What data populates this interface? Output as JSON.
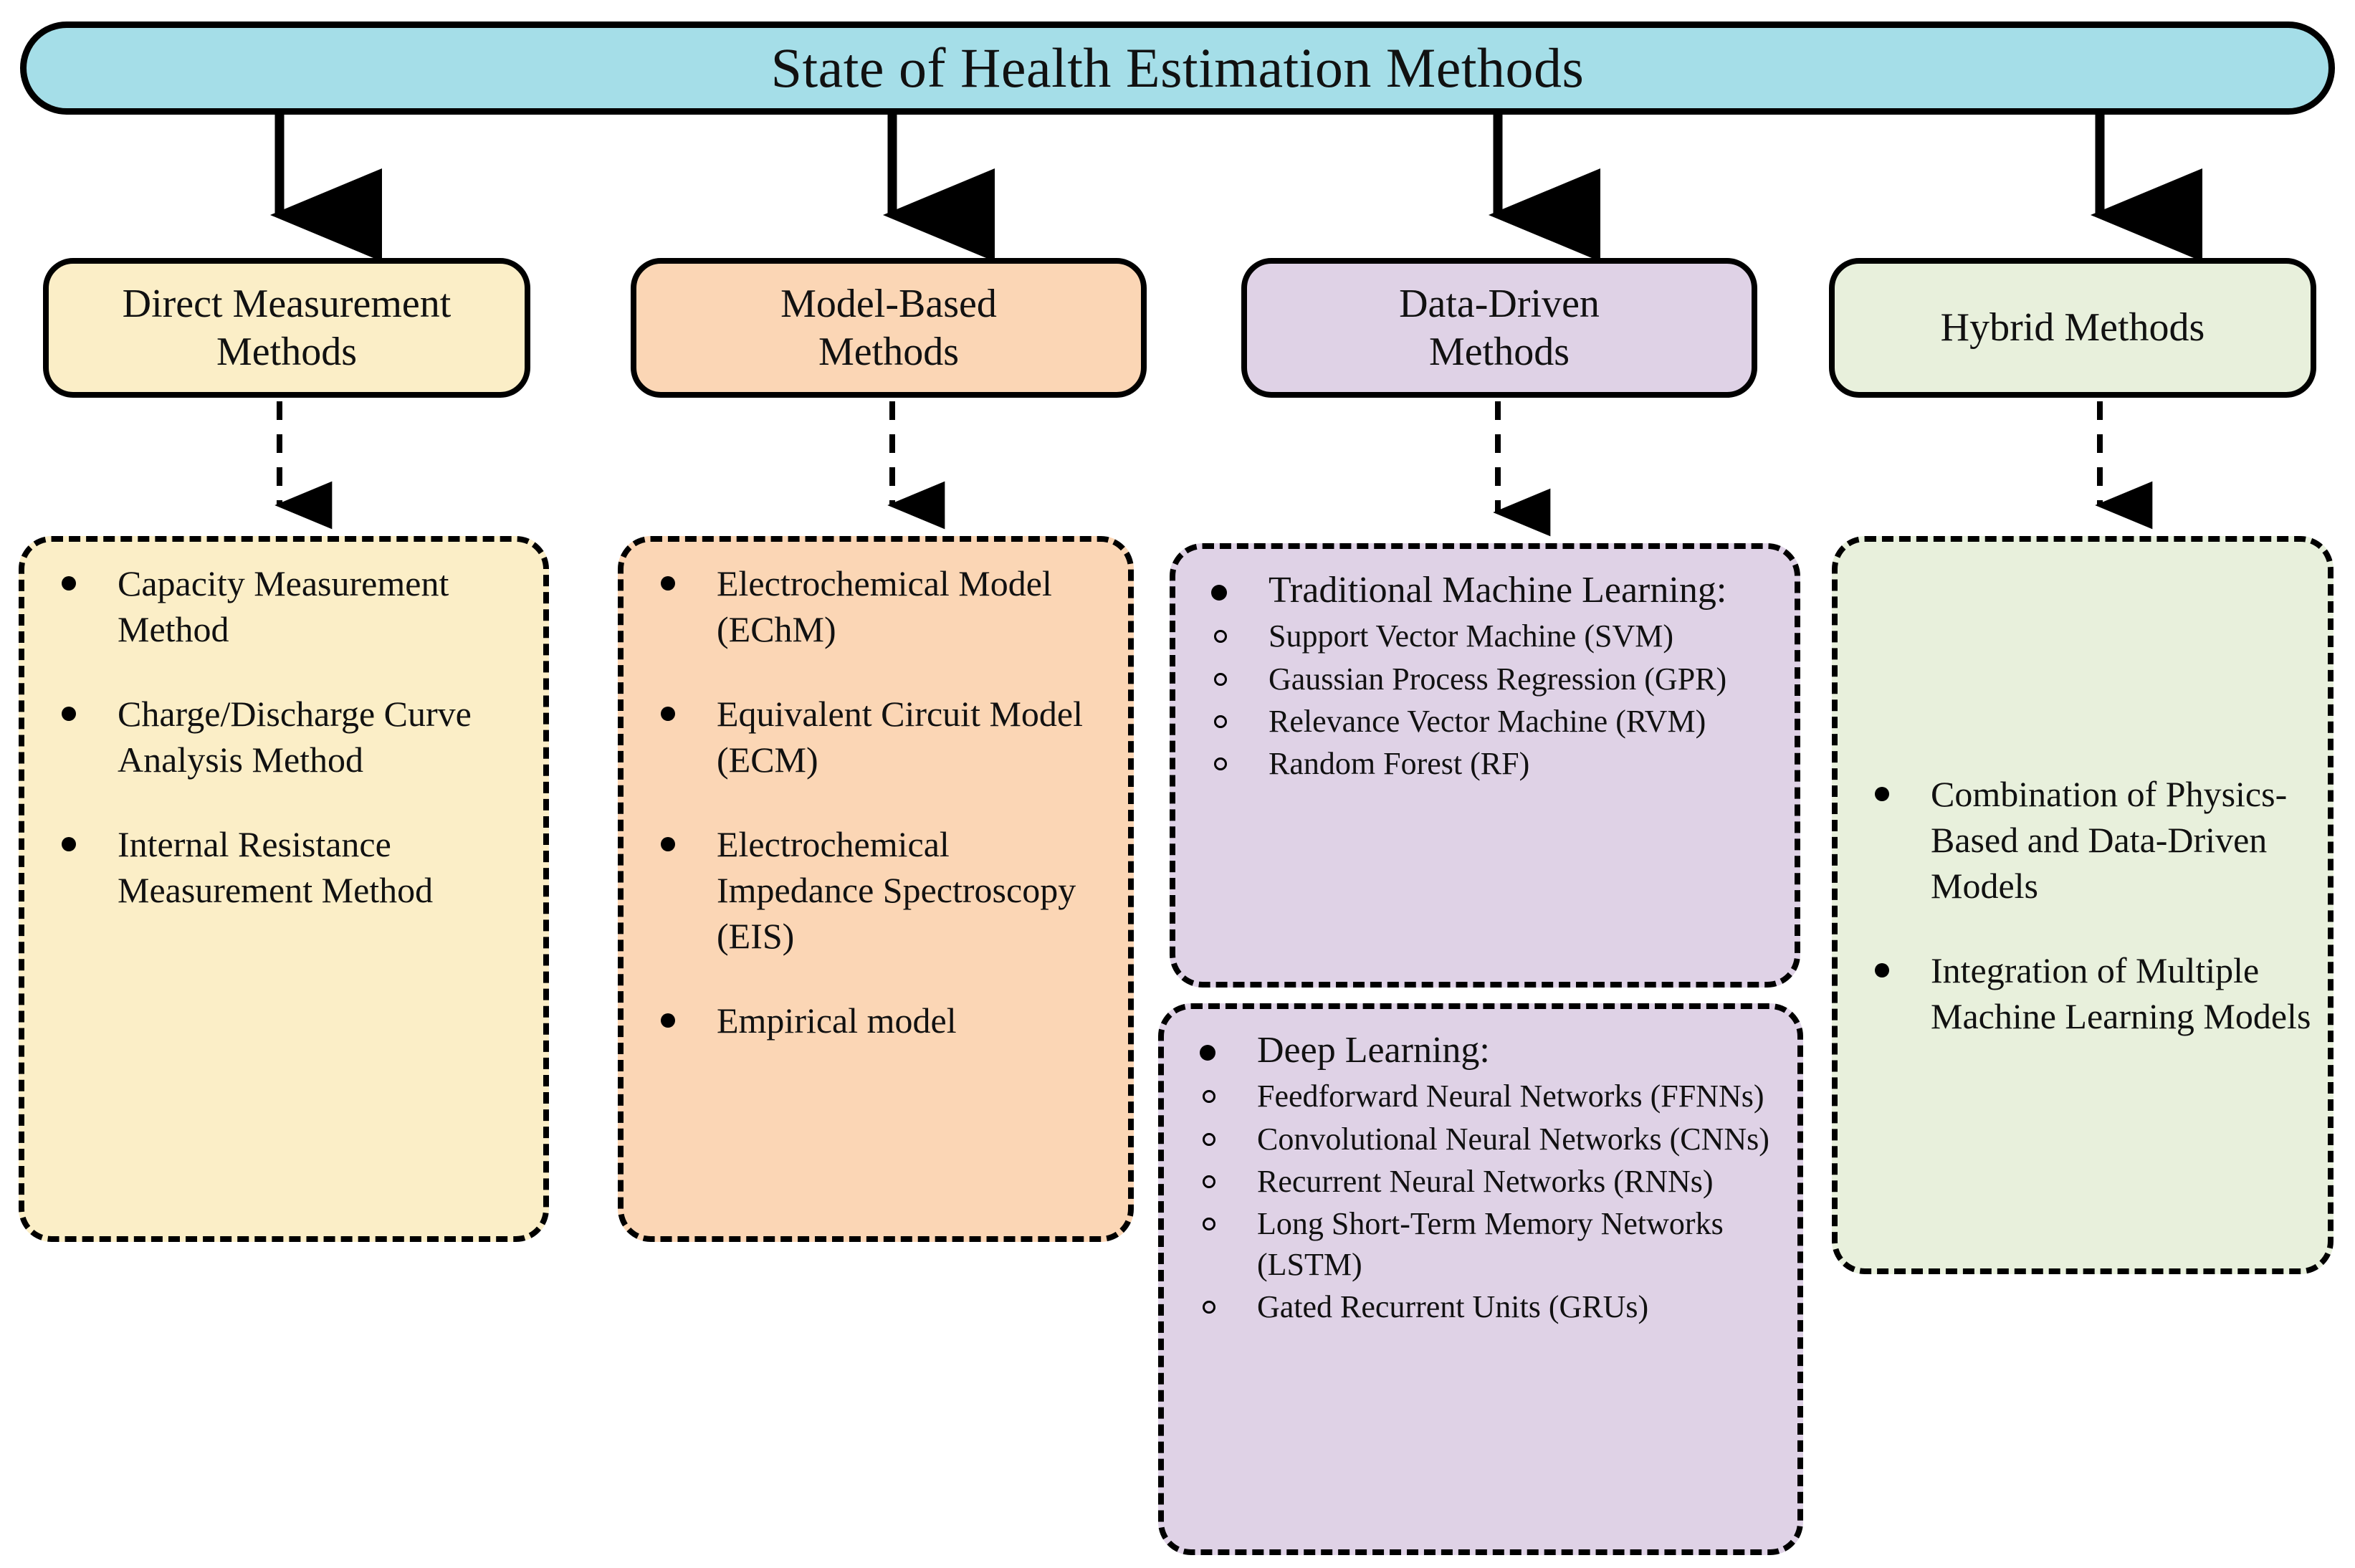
{
  "diagram": {
    "type": "flowchart-taxonomy",
    "root": {
      "title": "State of Health Estimation Methods",
      "color": "#a5dee8"
    },
    "categories": [
      {
        "label_line1": "Direct Measurement",
        "label_line2": "Methods",
        "color": "#fbeec7"
      },
      {
        "label_line1": "Model-Based",
        "label_line2": "Methods",
        "color": "#fbd6b5"
      },
      {
        "label_line1": "Data-Driven",
        "label_line2": "Methods",
        "color": "#dfd2e6"
      },
      {
        "label_line1": "Hybrid Methods",
        "label_line2": "",
        "color": "#e8f0dc"
      }
    ],
    "direct_measurement": {
      "color": "#fbeec7",
      "items": [
        "Capacity Measurement Method",
        "Charge/Discharge Curve Analysis Method",
        "Internal Resistance Measurement Method"
      ]
    },
    "model_based": {
      "color": "#fbd6b5",
      "items": [
        "Electrochemical Model (EChM)",
        "Equivalent Circuit Model (ECM)",
        "Electrochemical Impedance Spectroscopy (EIS)",
        "Empirical model"
      ]
    },
    "data_driven": {
      "color": "#dfd2e6",
      "groups": [
        {
          "header": "Traditional Machine Learning:",
          "items": [
            "Support Vector Machine (SVM)",
            "Gaussian Process Regression (GPR)",
            "Relevance Vector Machine (RVM)",
            "Random Forest (RF)"
          ]
        },
        {
          "header": "Deep Learning:",
          "items": [
            "Feedforward Neural Networks (FFNNs)",
            "Convolutional Neural Networks (CNNs)",
            "Recurrent Neural Networks (RNNs)",
            "Long Short-Term Memory Networks (LSTM)",
            "Gated Recurrent Units (GRUs)"
          ]
        }
      ]
    },
    "hybrid": {
      "color": "#e8f0dc",
      "items": [
        "Combination of Physics-Based and Data-Driven Models",
        "Integration of Multiple Machine Learning Models"
      ]
    },
    "connectors": {
      "solid_label": "solid-arrow",
      "dashed_label": "dashed-arrow"
    }
  }
}
